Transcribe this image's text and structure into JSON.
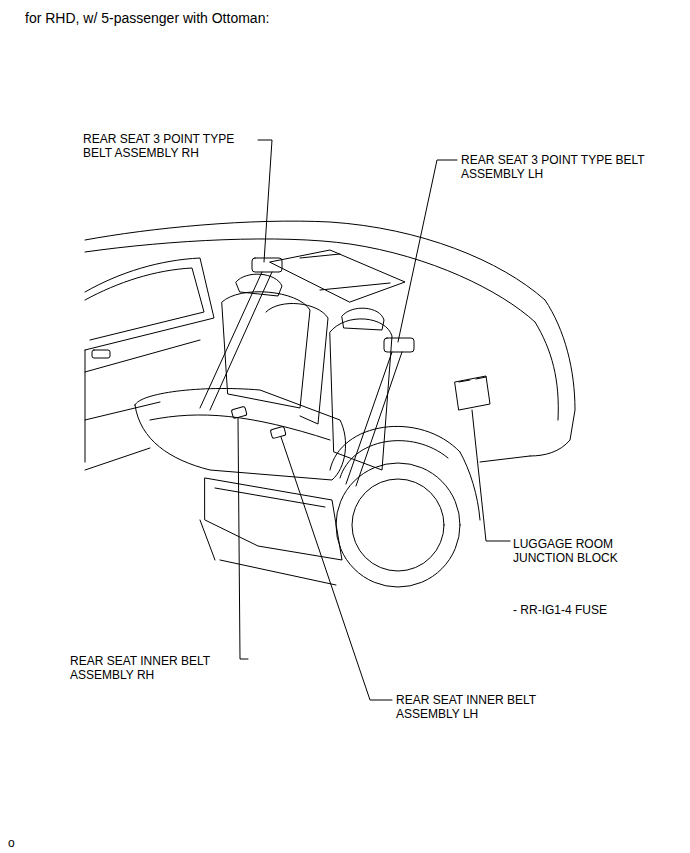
{
  "diagram": {
    "title": "for RHD, w/ 5-passenger with Ottoman:",
    "labels": [
      "REAR SEAT 3 POINT TYPE BELT ASSEMBLY RH",
      "REAR SEAT 3 POINT TYPE BELT ASSEMBLY LH",
      "LUGGAGE ROOM JUNCTION BLOCK",
      "- RR-IG1-4 FUSE",
      "REAR SEAT INNER BELT ASSEMBLY RH",
      "REAR SEAT INNER BELT ASSEMBLY LH",
      "o"
    ]
  }
}
